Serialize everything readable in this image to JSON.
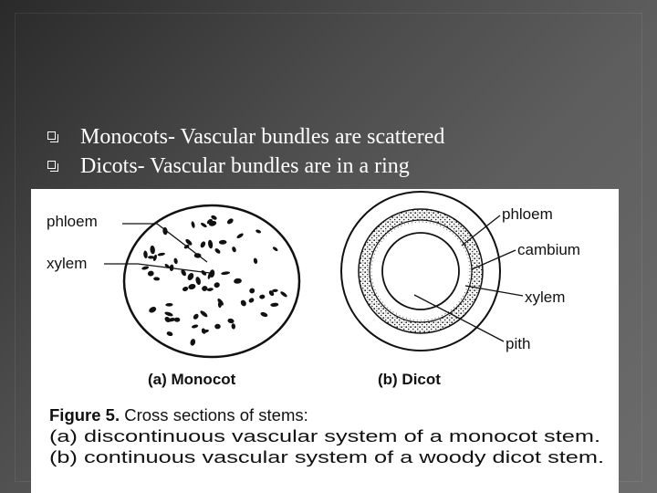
{
  "slide": {
    "bullets": [
      {
        "text": "Monocots- Vascular bundles are scattered"
      },
      {
        "text": "Dicots- Vascular bundles are in a ring"
      }
    ]
  },
  "figure": {
    "monocot": {
      "labels": {
        "phloem": "phloem",
        "xylem": "xylem"
      },
      "caption": "(a) Monocot"
    },
    "dicot": {
      "labels": {
        "phloem": "phloem",
        "cambium": "cambium",
        "xylem": "xylem",
        "pith": "pith"
      },
      "caption": "(b) Dicot"
    },
    "figure_caption": {
      "title_bold": "Figure 5.",
      "title_rest": " Cross sections of stems:",
      "line_a": "(a) discontinuous vascular system of a monocot stem.",
      "line_b": "(b) continuous vascular system of a woody dicot stem."
    }
  }
}
